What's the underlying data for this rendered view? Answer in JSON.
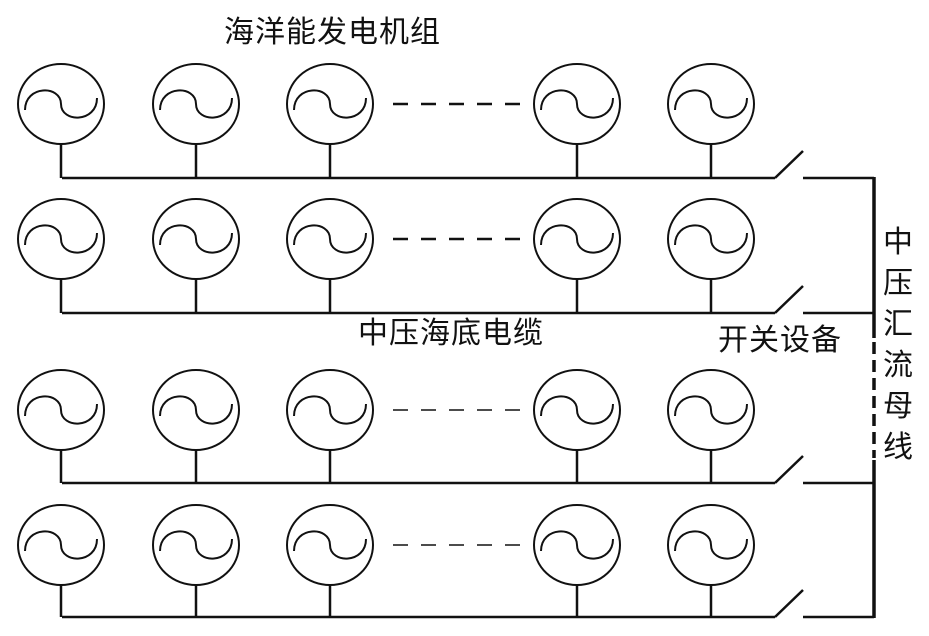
{
  "diagram": {
    "title": "海洋能发电机组",
    "cable_label": "中压海底电缆",
    "switch_label": "开关设备",
    "bus_label": "中压汇流母线",
    "line_color": "#111111",
    "rows": [
      {
        "id": "row-1",
        "generators_shown": 5,
        "ellipsis": "dashed-line",
        "has_switch": true
      },
      {
        "id": "row-2",
        "generators_shown": 5,
        "ellipsis": "dashed-line",
        "has_switch": true
      },
      {
        "id": "row-3",
        "generators_shown": 5,
        "ellipsis": "dashed-line",
        "has_switch": true
      },
      {
        "id": "row-4",
        "generators_shown": 5,
        "ellipsis": "dashed-line",
        "has_switch": true
      }
    ],
    "generator_icon": "ac-generator-icon",
    "switch_icon": "open-switch-icon"
  }
}
